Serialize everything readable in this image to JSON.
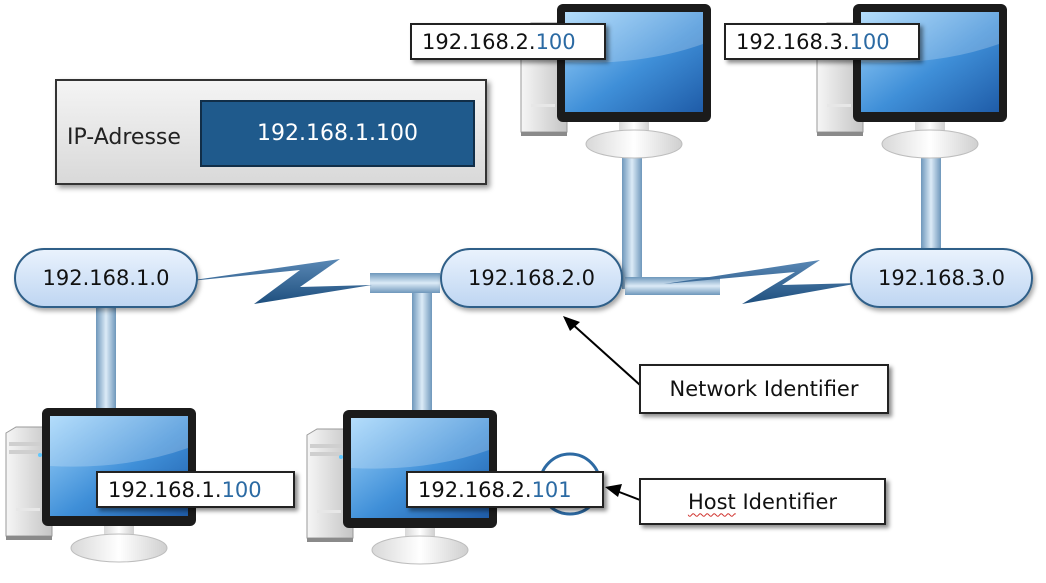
{
  "ip_panel": {
    "label": "IP-Adresse",
    "value": "192.168.1.100"
  },
  "networks": {
    "net1": "192.168.1.0",
    "net2": "192.168.2.0",
    "net3": "192.168.3.0"
  },
  "hosts": {
    "host1": {
      "network": "192.168.1.",
      "host": "100"
    },
    "host2": {
      "network": "192.168.2.",
      "host": "101"
    },
    "host3": {
      "network": "192.168.2.",
      "host": "100"
    },
    "host4": {
      "network": "192.168.3.",
      "host": "100"
    }
  },
  "callouts": {
    "network_identifier": "Network Identifier",
    "host_identifier_word1": "Host",
    "host_identifier_word2": " Identifier"
  },
  "colors": {
    "host_part": "#2b6aa3",
    "node_border": "#2f5f88",
    "panel_value_bg": "#1f5a8c",
    "cable": "#a9c9e3"
  }
}
